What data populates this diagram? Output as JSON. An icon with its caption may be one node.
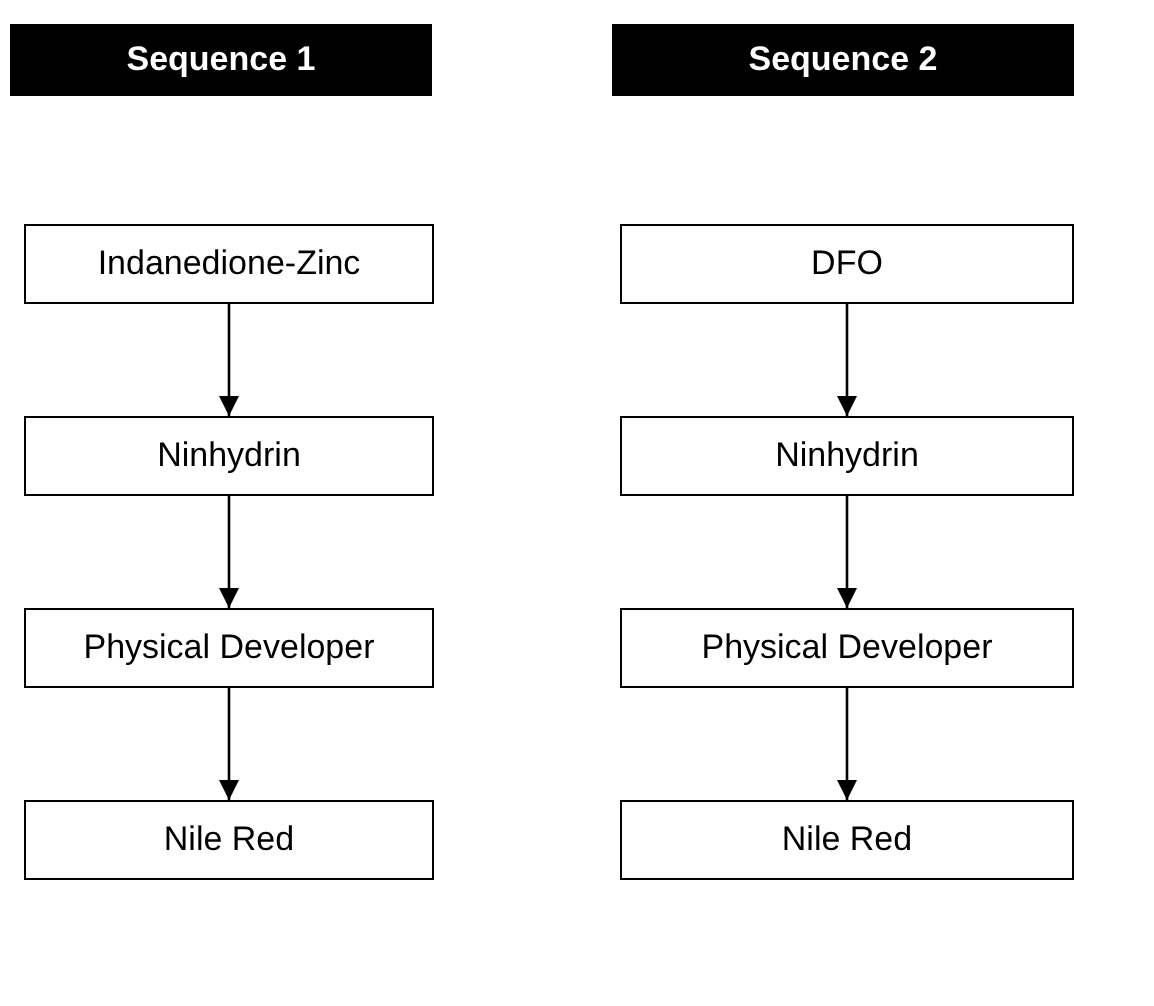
{
  "diagram": {
    "nodes": [
      {
        "text": [
          "Sequence 1"
        ]
      },
      {
        "text": [
          "Sequence 2"
        ]
      },
      {
        "text": [
          "Indanedione-Zinc"
        ]
      },
      {
        "text": [
          "Ninhydrin"
        ]
      },
      {
        "text": [
          "Physical Developer"
        ]
      },
      {
        "text": [
          "Nile Red"
        ]
      },
      {
        "text": [
          "DFO"
        ]
      },
      {
        "text": [
          "Ninhydrin"
        ]
      },
      {
        "text": [
          "Physical Developer"
        ]
      },
      {
        "text": [
          "Nile Red"
        ]
      }
    ],
    "edges": [
      {
        "from": 2,
        "to": 3,
        "arrow": "to"
      },
      {
        "from": 3,
        "to": 4,
        "arrow": "to"
      },
      {
        "from": 4,
        "to": 5,
        "arrow": "to"
      },
      {
        "from": 6,
        "to": 7,
        "arrow": "to"
      },
      {
        "from": 7,
        "to": 8,
        "arrow": "to"
      },
      {
        "from": 8,
        "to": 9,
        "arrow": "to"
      }
    ]
  }
}
